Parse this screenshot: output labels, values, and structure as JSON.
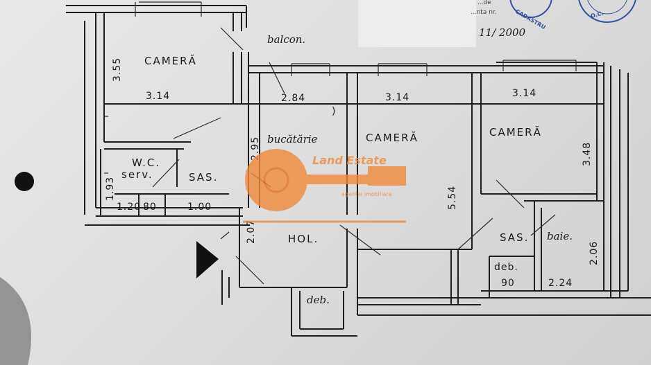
{
  "plan": {
    "rooms": {
      "camera_top": "CAMERĂ",
      "camera_mid": "CAMERĂ",
      "camera_right": "CAMERĂ",
      "bucatarie": "bucătărie",
      "balcon": "balcon.",
      "wc": "W.C.",
      "serv": "serv.",
      "sas_left": "SAS.",
      "hol": "HOL.",
      "deb_bottom": "deb.",
      "sas_right": "SAS.",
      "baie": "baie.",
      "deb_right": "deb."
    },
    "dimensions": {
      "d355": "3.55",
      "d314_left": "3.14",
      "d284": "2.84",
      "d314_mid": "3.14",
      "d314_right": "3.14",
      "d295": "2.95",
      "d348": "3.48",
      "d193": "1.93",
      "d120": "1.20",
      "d80": "80",
      "d100": "1.00",
      "d207": "2.07",
      "d554": "5.54",
      "d206": "2.06",
      "d90": "90",
      "d224": "2.24"
    }
  },
  "header": {
    "line1": "...de",
    "line2": "...nta nr.",
    "date": "11/ 2000"
  },
  "stamp": {
    "text1": "CADASTRU",
    "text2": "O.C."
  },
  "watermark": {
    "name": "Land Estate",
    "tagline": "agentie imobiliara",
    "color": "#f08a3c"
  }
}
